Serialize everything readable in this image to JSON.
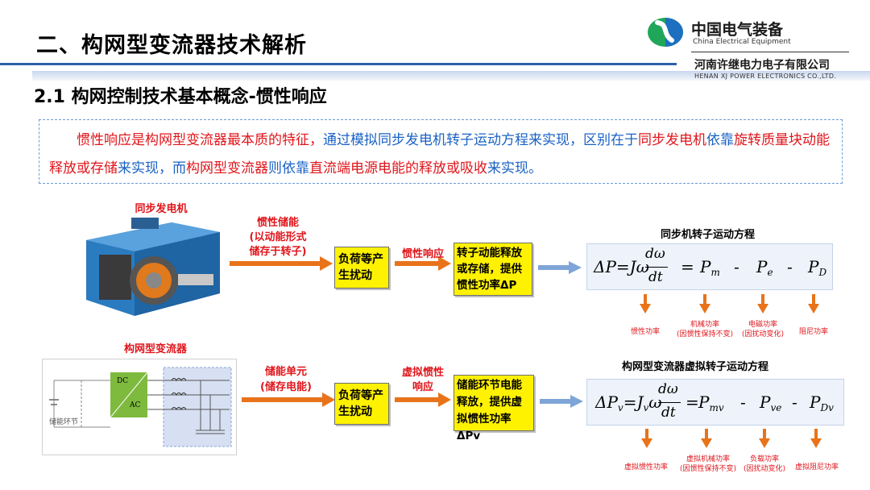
{
  "slide": {
    "title": "二、构网型变流器技术解析",
    "subtitle": "2.1  构网控制技术基本概念-惯性响应"
  },
  "logo": {
    "name_cn": "中国电气装备",
    "name_en": "China Electrical Equipment",
    "company_cn": "河南许继电力电子有限公司",
    "company_en": "HENAN XJ POWER ELECTRONICS CO.,LTD."
  },
  "intro": {
    "p1": "惯性响应是构网型变流器最本质的特征，",
    "p2": "通过模拟同步发电机转子运动方程来实现，区别在于",
    "p3": "同步发电机",
    "p4": "依靠",
    "p5": "旋转质量块动能释放或存储",
    "p6": "来实现，而",
    "p7": "构网型变流器",
    "p8": "则依靠",
    "p9": "直流端电源电能的释放或吸收",
    "p10": "来实现。"
  },
  "row1": {
    "machine_label": "同步发电机",
    "arrow_label": "惯性储能\n(以动能形式\n储存于转子)",
    "box1": "负荷等产\n生扰动",
    "arrow2_label": "惯性响应",
    "box2": "转子动能释放\n或存储，提供\n惯性功率ΔP",
    "eq_title": "同步机转子运动方程",
    "eq": {
      "lhs": "ΔP=Jω",
      "num": "dω",
      "den": "dt",
      "eq": "=",
      "t1": "P",
      "t1s": "m",
      "m1": "-",
      "t2": "P",
      "t2s": "e",
      "m2": "-",
      "t3": "P",
      "t3s": "D"
    },
    "caps": [
      "惯性功率",
      "机械功率\n(因惯性保持不变)",
      "电磁功率\n(因扰动变化)",
      "阻尼功率"
    ]
  },
  "row2": {
    "converter_label": "构网型变流器",
    "storage_label": "储能环节",
    "dc": "DC",
    "ac": "AC",
    "arrow_label": "储能单元\n(储存电能)",
    "box1": "负荷等产\n生扰动",
    "arrow2_label": "虚拟惯性\n响应",
    "box2": "储能环节电能\n释放，提供虚\n拟惯性功率ΔPv",
    "eq_title": "构网型变流器虚拟转子运动方程",
    "eq": {
      "lhs1": "ΔP",
      "lhs1s": "v",
      "lhs2": "=J",
      "lhs2s": "v",
      "lhs3": "ω",
      "num": "dω",
      "den": "dt",
      "eq": "=",
      "t1": "P",
      "t1s": "mv",
      "m1": "-",
      "t2": "P",
      "t2s": "ve",
      "m2": "-",
      "t3": "P",
      "t3s": "Dv"
    },
    "caps": [
      "虚拟惯性功率",
      "虚拟机械功率\n(因惯性保持不变)",
      "负载功率\n(因扰动变化)",
      "虚拟阻尼功率"
    ]
  },
  "colors": {
    "accent_red": "#e0151b",
    "accent_blue": "#1a62c4",
    "box_yellow": "#fff200",
    "arrow_orange": "#e8731a",
    "arrow_blue": "#7fa5d8"
  }
}
